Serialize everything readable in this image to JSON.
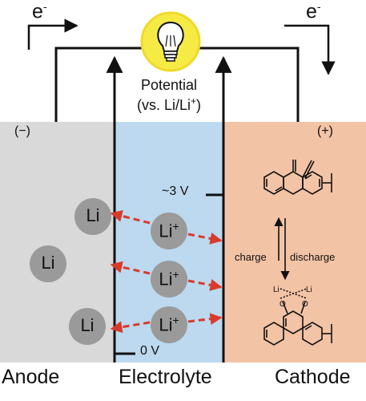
{
  "electron_left": "e",
  "electron_right": "e",
  "electron_charge": "-",
  "potential_line1": "Potential",
  "potential_line2": "(vs. Li/Li",
  "potential_line2_sup": "+",
  "potential_line2_end": ")",
  "sign_left": "(−)",
  "sign_right": "(+)",
  "level_high": "~3 V",
  "level_low": "0 V",
  "anode_atom": "Li",
  "ion_symbol": "Li",
  "ion_charge": "+",
  "charge_label": "charge",
  "discharge_label": "discharge",
  "molecule_li_left": "Li",
  "molecule_li_right": "Li",
  "molecule_o_left": "O",
  "molecule_o_right": "O",
  "anode_label": "Anode",
  "electrolyte_label": "Electrolyte",
  "cathode_label": "Cathode",
  "colors": {
    "anode_bg": "#d9d9d9",
    "electrolyte_bg": "#bcd9ef",
    "cathode_bg": "#f3c3a6",
    "arrow_red": "#d93a2b",
    "atom_gray": "#9a9a9a",
    "bulb_yellow": "#f6ea44"
  }
}
